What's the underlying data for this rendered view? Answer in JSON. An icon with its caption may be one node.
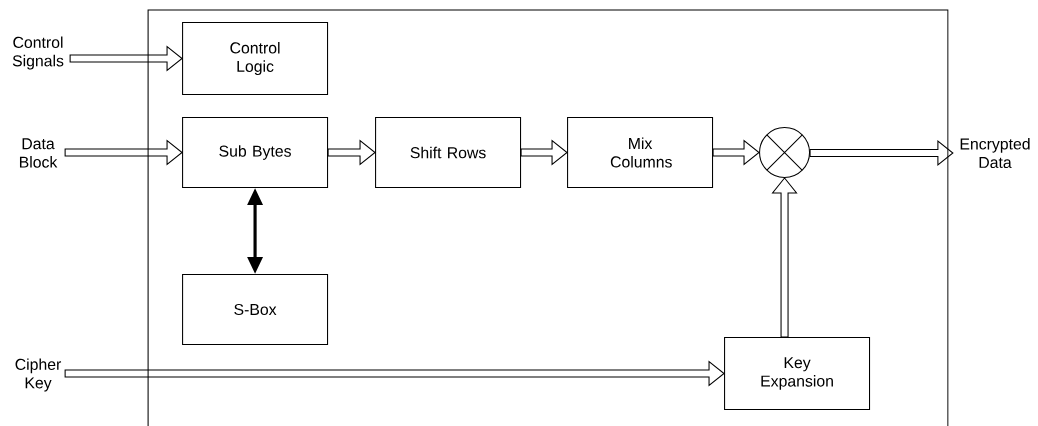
{
  "diagram": {
    "nodes": [
      {
        "text": [],
        "shape": "box"
      },
      {
        "text": [
          "Control Signals"
        ]
      },
      {
        "text": [
          "Control Logic"
        ],
        "in": 0
      },
      {
        "text": [
          "Data Block"
        ]
      },
      {
        "text": [
          "Sub Bytes"
        ],
        "in": 0
      },
      {
        "text": [
          "Shift Rows"
        ],
        "in": 0
      },
      {
        "text": [
          "Mix Columns"
        ],
        "in": 0
      },
      {
        "text": [],
        "shape": "circle",
        "in": 0
      },
      {
        "text": [
          "Encrypted Data"
        ]
      },
      {
        "text": [
          "S-Box"
        ],
        "in": 0
      },
      {
        "text": [
          "Cipher Key"
        ]
      },
      {
        "text": [
          "Key Expansion"
        ],
        "in": 0
      }
    ],
    "edges": [
      {
        "from": 1,
        "to": 2,
        "arrow": "to"
      },
      {
        "from": 3,
        "to": 4,
        "arrow": "to"
      },
      {
        "from": 4,
        "to": 5,
        "arrow": "to"
      },
      {
        "from": 5,
        "to": 6,
        "arrow": "to"
      },
      {
        "from": 6,
        "to": 7,
        "arrow": "to"
      },
      {
        "from": 7,
        "to": 8,
        "arrow": "to"
      },
      {
        "from": 4,
        "to": 9,
        "arrow": "both"
      },
      {
        "from": 10,
        "to": 11,
        "arrow": "to"
      },
      {
        "from": 11,
        "to": 7,
        "arrow": "to"
      }
    ]
  }
}
